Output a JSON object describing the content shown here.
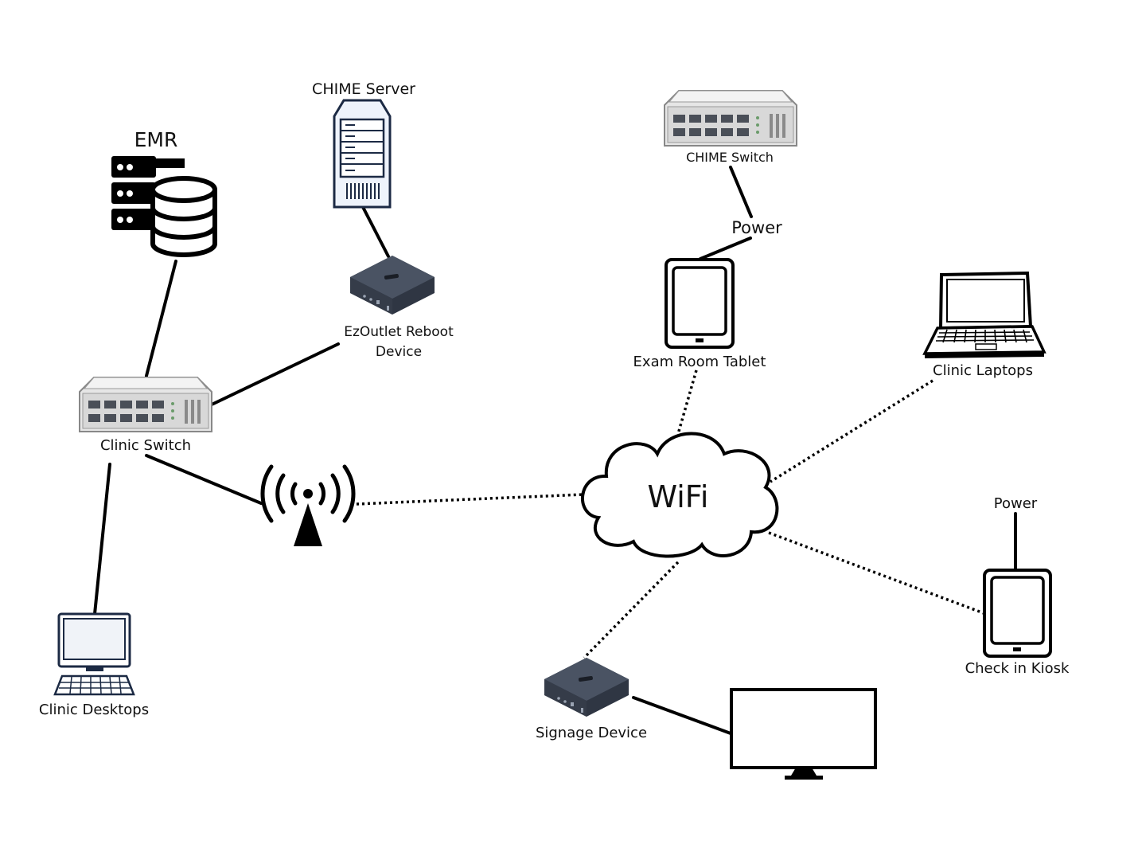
{
  "labels": {
    "emr": "EMR",
    "chime_server": "CHIME Server",
    "ezoutlet": "EzOutlet Reboot",
    "ezoutlet_2": "Device",
    "clinic_switch": "Clinic Switch",
    "clinic_desktops": "Clinic Desktops",
    "chime_switch": "CHIME Switch",
    "power_tablet": "Power",
    "exam_room_tablet": "Exam Room Tablet",
    "clinic_laptops": "Clinic Laptops",
    "wifi": "WiFi",
    "power_kiosk": "Power",
    "check_in_kiosk": "Check in Kiosk",
    "signage_device": "Signage Device"
  },
  "colors": {
    "line": "#000000",
    "device_gray": "#e4e4e4",
    "device_dark": "#3b4250",
    "server_blue": "#eef3fb"
  },
  "icons": [
    "database-icon",
    "server-icon",
    "switch-icon",
    "router-box-icon",
    "antenna-icon",
    "cloud-icon",
    "tablet-icon",
    "laptop-icon",
    "desktop-icon",
    "monitor-icon"
  ]
}
